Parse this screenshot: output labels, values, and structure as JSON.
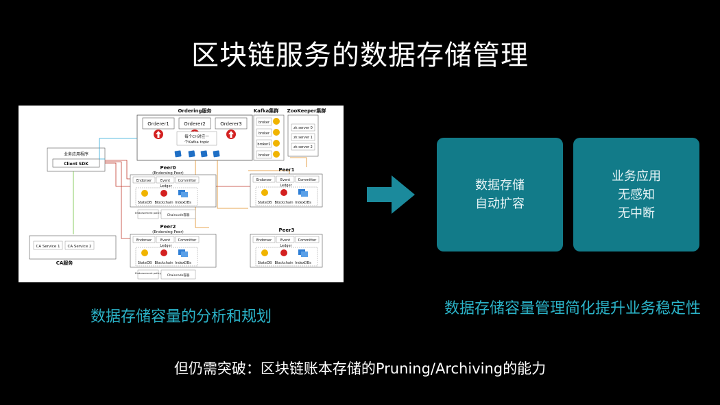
{
  "title": "区块链服务的数据存储管理",
  "diagram": {
    "ordering": "Ordering服务",
    "kafka": "Kafka集群",
    "zookeeper": "ZooKeeper集群",
    "orderers": [
      "Orderer1",
      "Orderer2",
      "Orderer3"
    ],
    "kafka_note_1": "每个CH对应一",
    "kafka_note_2": "个Kafka topic",
    "brokers": [
      "broker",
      "broker",
      "broker2",
      "broker"
    ],
    "zk_servers": [
      "zk server 0",
      "zk server 1",
      "zk server 2"
    ],
    "app": "业务应用程序",
    "sdk": "Client SDK",
    "ca_services": [
      "CA Service 1",
      "CA Service 2"
    ],
    "ca_label": "CA服务",
    "peers": [
      {
        "name": "Peer0",
        "sub": "(Endorsing Peer)"
      },
      {
        "name": "Peer1",
        "sub": ""
      },
      {
        "name": "Peer2",
        "sub": "(Endorsing Peer)"
      },
      {
        "name": "Peer3",
        "sub": ""
      }
    ],
    "modules": [
      "Endorser",
      "Event",
      "Committer"
    ],
    "ledger": "Ledger",
    "stores": [
      "StateDB",
      "Blockchain",
      "IndexDBs"
    ],
    "policy": "Endorsement policy",
    "chaincode": "Chaincode容器"
  },
  "caption_left": "数据存储容量的分析和规划",
  "box1": {
    "line1": "数据存储",
    "line2": "自动扩容"
  },
  "box2": {
    "line1": "业务应用",
    "line2": "无感知",
    "line3": "无中断"
  },
  "caption_right": "数据存储容量管理简化提升业务稳定性",
  "bottom_text": "但仍需突破：区块链账本存储的Pruning/Archiving的能力",
  "colors": {
    "accent": "#2bb3c8",
    "box": "#127b89",
    "arrow": "#1b8a9c"
  }
}
